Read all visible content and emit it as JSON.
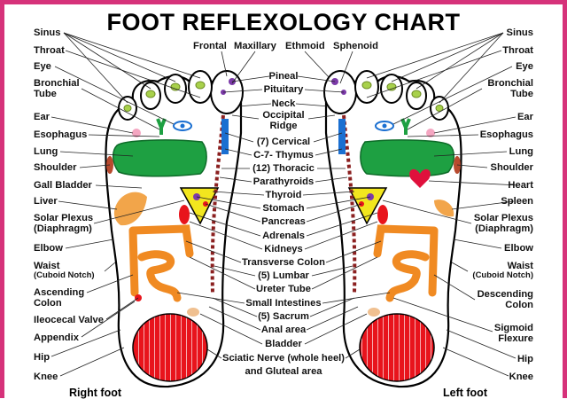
{
  "title": "FOOT REFLEXOLOGY CHART",
  "top_labels": {
    "frontal": "Frontal",
    "maxillary": "Maxillary",
    "ethmoid": "Ethmoid",
    "sphenoid": "Sphenoid"
  },
  "center_labels": [
    "Pineal",
    "Pituitary",
    "Neck",
    "Occipital",
    "Ridge",
    "(7) Cervical",
    "C-7- Thymus",
    "(12) Thoracic",
    "Parathyroids",
    "Thyroid",
    "Stomach",
    "Pancreas",
    "Adrenals",
    "Kidneys",
    "Transverse Colon",
    "(5) Lumbar",
    "Ureter Tube",
    "Small Intestines",
    "(5) Sacrum",
    "Anal area",
    "Bladder",
    "Sciatic Nerve (whole heel)",
    "and Gluteal area"
  ],
  "left_labels": {
    "sinus": "Sinus",
    "throat": "Throat",
    "eye": "Eye",
    "bronchial_1": "Bronchial",
    "bronchial_2": "Tube",
    "ear": "Ear",
    "esophagus": "Esophagus",
    "lung": "Lung",
    "shoulder": "Shoulder",
    "gall_bladder": "Gall Bladder",
    "liver": "Liver",
    "solar_plexus_1": "Solar Plexus",
    "solar_plexus_2": "(Diaphragm)",
    "elbow": "Elbow",
    "waist_1": "Waist",
    "waist_2": "(Cuboid Notch)",
    "ascending_1": "Ascending",
    "ascending_2": "Colon",
    "ileocecal": "Ileocecal Valve",
    "appendix": "Appendix",
    "hip": "Hip",
    "knee": "Knee"
  },
  "right_labels": {
    "sinus": "Sinus",
    "throat": "Throat",
    "eye": "Eye",
    "bronchial_1": "Bronchial",
    "bronchial_2": "Tube",
    "ear": "Ear",
    "esophagus": "Esophagus",
    "lung": "Lung",
    "shoulder": "Shoulder",
    "heart": "Heart",
    "spleen": "Spleen",
    "solar_plexus_1": "Solar Plexus",
    "solar_plexus_2": "(Diaphragm)",
    "elbow": "Elbow",
    "waist_1": "Waist",
    "waist_2": "(Cuboid Notch)",
    "descending_1": "Descending",
    "descending_2": "Colon",
    "sigmoid_1": "Sigmoid",
    "sigmoid_2": "Flexure",
    "hip": "Hip",
    "knee": "Knee"
  },
  "foot_names": {
    "right": "Right foot",
    "left": "Left foot"
  },
  "colors": {
    "border": "#d6327a",
    "lung": "#1ea042",
    "colon": "#f08a22",
    "heel": "#e8141c",
    "heart": "#e0103c",
    "eye": "#1a6fd1",
    "spine": "#8b2020",
    "thyroid": "#f2e61e",
    "liver": "#f2a54a",
    "sinus_dots": "#a8d14b",
    "pineal": "#7b3aa8"
  }
}
